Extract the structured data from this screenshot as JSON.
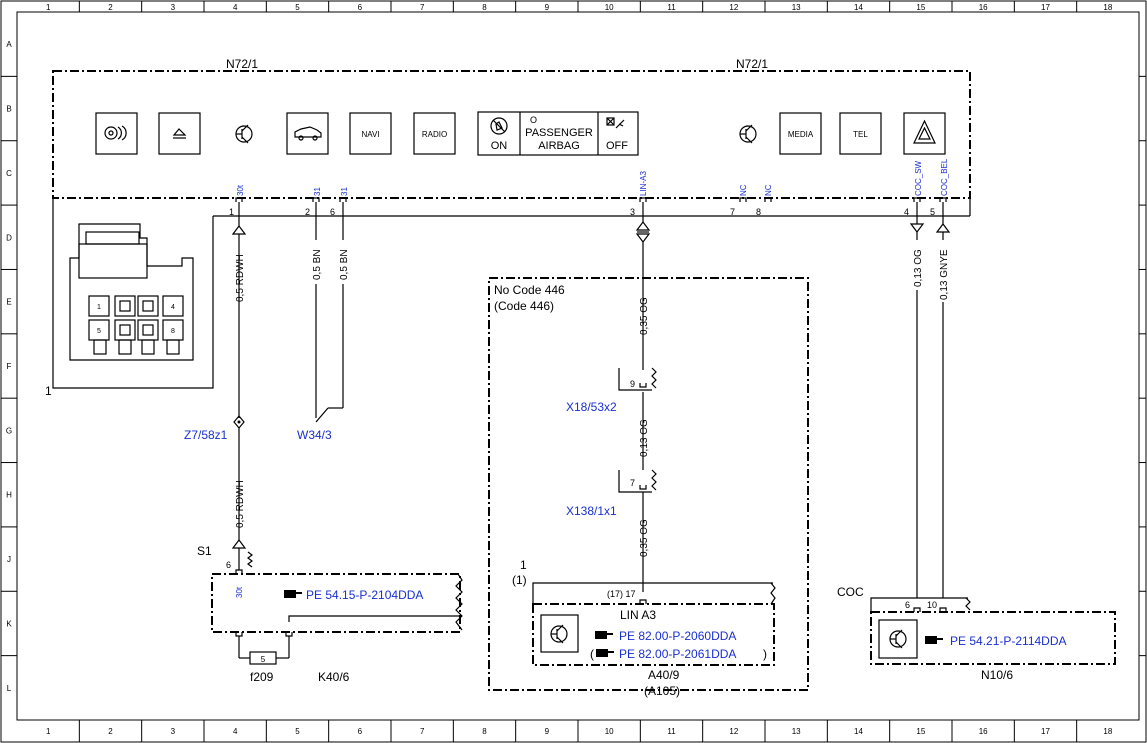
{
  "grid": {
    "columns": [
      "1",
      "2",
      "3",
      "4",
      "5",
      "6",
      "7",
      "8",
      "9",
      "10",
      "11",
      "12",
      "13",
      "14",
      "15",
      "16",
      "17",
      "18"
    ],
    "rows": [
      "A",
      "B",
      "C",
      "D",
      "E",
      "F",
      "G",
      "H",
      "J",
      "K",
      "L"
    ]
  },
  "n72_label": "N72/1",
  "buttons": [
    {
      "name": "cd-button-icon",
      "label": ""
    },
    {
      "name": "eject-button-icon",
      "label": ""
    },
    {
      "name": "transistor-left-icon",
      "label": ""
    },
    {
      "name": "car-button-icon",
      "label": ""
    },
    {
      "name": "navi-button",
      "label": "NAVI"
    },
    {
      "name": "radio-button",
      "label": "RADIO"
    },
    {
      "name": "media-button",
      "label": "MEDIA"
    },
    {
      "name": "tel-button",
      "label": "TEL"
    },
    {
      "name": "hazard-button-icon",
      "label": ""
    }
  ],
  "airbag": {
    "on": "ON",
    "passenger": "PASSENGER",
    "airbag": "AIRBAG",
    "off": "OFF",
    "small_o": "O"
  },
  "pin_signals": [
    "30t",
    "31",
    "31",
    "LIN-A3",
    "NC",
    "NC",
    "COC_SW",
    "COC_BEL"
  ],
  "pin_numbers": [
    "1",
    "2",
    "6",
    "3",
    "7",
    "8",
    "4",
    "5"
  ],
  "wires": [
    "0,5 RDWH",
    "0,5 BN",
    "0,5 BN",
    "0,35 OG",
    "0,13 OG",
    "0,13 GNYE",
    "0,5 RDWH",
    "0,13 OG",
    "0,35 OG"
  ],
  "labels": {
    "connector_ref": "1",
    "z7": "Z7/58z1",
    "w34": "W34/3",
    "s1": "S1",
    "s1_pin": "6",
    "s1_signal": "30t",
    "pe_left": "PE 54.15-P-2104DDA",
    "f209": "f209",
    "fuse_num": "5",
    "k40": "K40/6",
    "no_code": "No Code 446",
    "code": "(Code 446)",
    "x18": "X18/53x2",
    "x18_pin": "9",
    "x138": "X138/1x1",
    "x138_pin": "7",
    "one": "1",
    "one_paren": "(1)",
    "pin17": "(17) 17",
    "lin": "LIN A3",
    "pe_mid1": "PE 82.00-P-2060DDA",
    "pe_mid2_open": "(",
    "pe_mid2": "PE 82.00-P-2061DDA",
    "pe_mid2_close": ")",
    "a40": "A40/9",
    "a105": "(A105)",
    "coc": "COC",
    "coc_pin6": "6",
    "coc_pin10": "10",
    "pe_right": "PE 54.21-P-2114DDA",
    "n10": "N10/6"
  },
  "connector_pins": [
    "1",
    "4",
    "5",
    "8"
  ],
  "colors": {
    "line": "#000000",
    "link": "#1a2fd0"
  }
}
